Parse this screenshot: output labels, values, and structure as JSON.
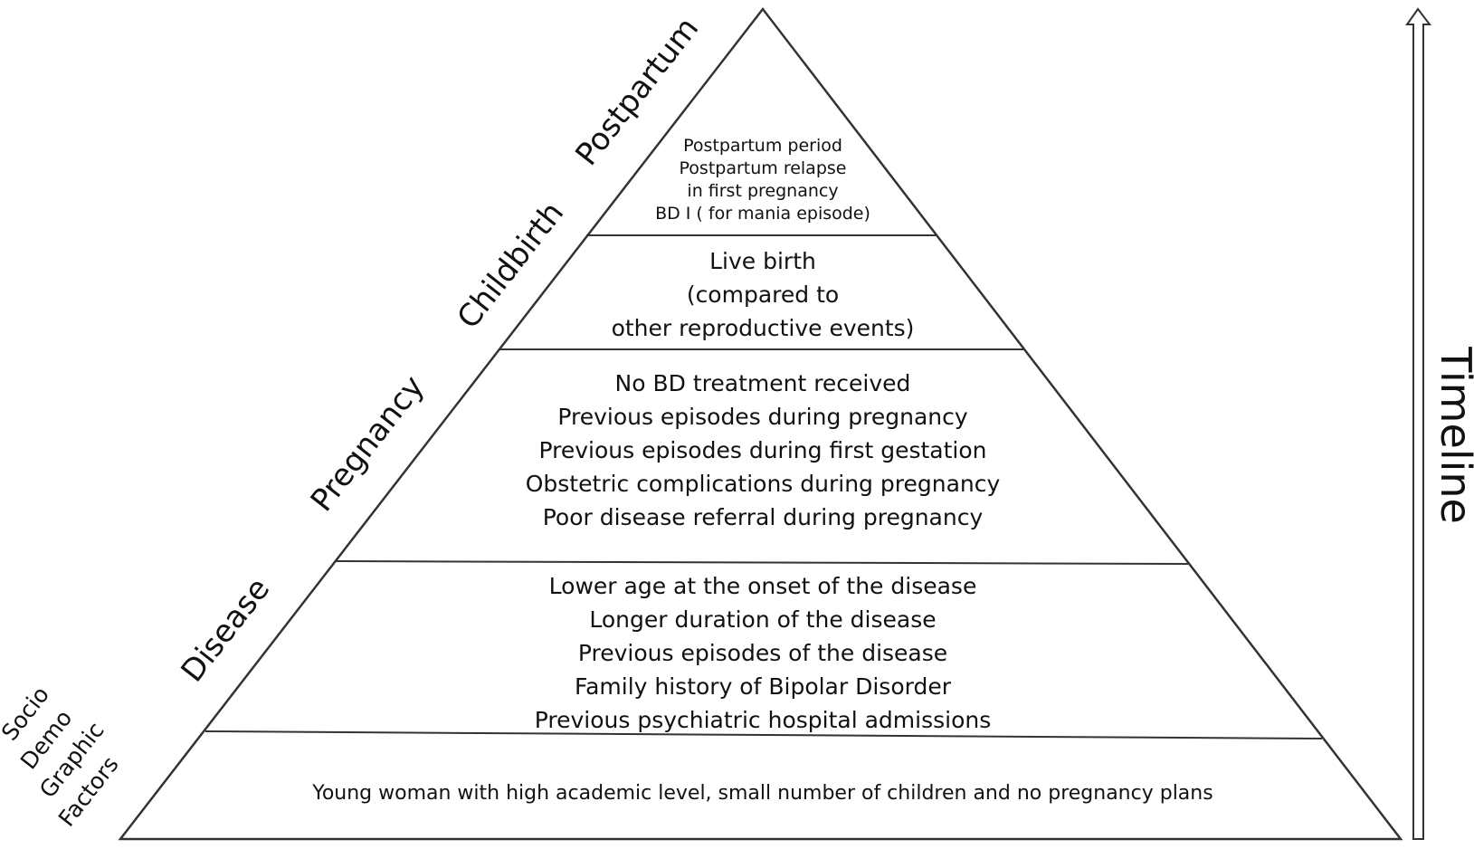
{
  "pyramid": {
    "tiers": [
      {
        "id": "postpartum",
        "lines": [
          "Postpartum period",
          "Postpartum relapse",
          "in first pregnancy",
          "BD I ( for mania episode)"
        ]
      },
      {
        "id": "childbirth",
        "lines": [
          "Live birth",
          "(compared to",
          "other reproductive events)"
        ]
      },
      {
        "id": "pregnancy",
        "lines": [
          "No BD treatment received",
          "Previous episodes during pregnancy",
          "Previous episodes during first gestation",
          "Obstetric complications during pregnancy",
          "Poor disease referral during pregnancy"
        ]
      },
      {
        "id": "disease",
        "lines": [
          "Lower age at the onset of the disease",
          "Longer duration of the disease",
          "Previous episodes of the disease",
          "Family history of Bipolar Disorder",
          "Previous psychiatric hospital admissions"
        ]
      },
      {
        "id": "sociodemographic",
        "lines": [
          "Young woman with high academic level, small number of children and no pregnancy plans"
        ]
      }
    ]
  },
  "side_labels": {
    "postpartum": "Postpartum",
    "childbirth": "Childbirth",
    "pregnancy": "Pregnancy",
    "disease": "Disease",
    "sociodemographic": [
      "Socio",
      "Demo",
      "Graphic",
      "Factors"
    ]
  },
  "timeline": {
    "label": "Timeline"
  },
  "colors": {
    "line": "#333333",
    "text": "#111111",
    "background": "#ffffff"
  }
}
